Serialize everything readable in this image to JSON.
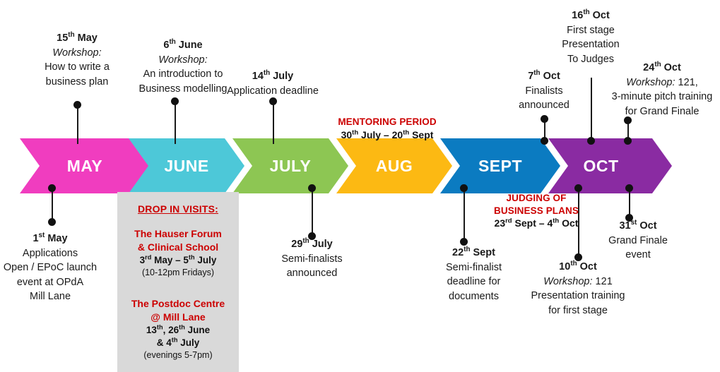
{
  "title": "EPoC Competition Timeline",
  "months": [
    {
      "key": "may",
      "label": "MAY",
      "color": "#F03DBF"
    },
    {
      "key": "june",
      "label": "JUNE",
      "color": "#4DC8D8"
    },
    {
      "key": "july",
      "label": "JULY",
      "color": "#8DC653"
    },
    {
      "key": "aug",
      "label": "AUG",
      "color": "#FCB913"
    },
    {
      "key": "sept",
      "label": "SEPT",
      "color": "#0B7BC1"
    },
    {
      "key": "oct",
      "label": "OCT",
      "color": "#8A2BA2"
    }
  ],
  "events_above": [
    {
      "id": "may-15",
      "date_num": "15",
      "date_ord": "th",
      "date_month": "May",
      "italic_line": "Workshop:",
      "lines": [
        "How to write a",
        "business plan"
      ]
    },
    {
      "id": "june-6",
      "date_num": "6",
      "date_ord": "th",
      "date_month": "June",
      "italic_line": "Workshop:",
      "lines": [
        "An introduction  to",
        "Business modelling"
      ]
    },
    {
      "id": "july-14",
      "date_num": "14",
      "date_ord": "th",
      "date_month": "July",
      "italic_line": "",
      "lines": [
        "Application deadline"
      ]
    },
    {
      "id": "oct-7",
      "date_num": "7",
      "date_ord": "th",
      "date_month": "Oct",
      "italic_line": "",
      "lines": [
        "Finalists",
        "announced"
      ]
    },
    {
      "id": "oct-16",
      "date_num": "16",
      "date_ord": "th",
      "date_month": "Oct",
      "italic_line": "",
      "lines": [
        "First stage",
        "Presentation",
        "To Judges"
      ]
    },
    {
      "id": "oct-24",
      "date_num": "24",
      "date_ord": "th",
      "date_month": "Oct",
      "italic_line": "Workshop:",
      "italic_suffix": " 121,",
      "lines": [
        "3-minute pitch training",
        "for Grand Finale"
      ]
    }
  ],
  "events_below": [
    {
      "id": "may-1",
      "date_num": "1",
      "date_ord": "st",
      "date_month": "May",
      "lines": [
        "Applications",
        "Open / EPoC launch",
        "event at OPdA",
        "Mill Lane"
      ]
    },
    {
      "id": "july-29",
      "date_num": "29",
      "date_ord": "th",
      "date_month": "July",
      "lines": [
        "Semi-finalists",
        "announced"
      ]
    },
    {
      "id": "sept-22",
      "date_num": "22",
      "date_ord": "th",
      "date_month": "Sept",
      "lines": [
        "Semi-finalist",
        "deadline for",
        "documents"
      ]
    },
    {
      "id": "oct-10",
      "date_num": "10",
      "date_ord": "th",
      "date_month": "Oct",
      "italic_line": "Workshop:",
      "italic_suffix": " 121",
      "lines": [
        "Presentation training",
        "for first stage"
      ]
    },
    {
      "id": "oct-31",
      "date_num": "31",
      "date_ord": "st",
      "date_month": "Oct",
      "lines": [
        "Grand Finale",
        "event"
      ]
    }
  ],
  "mentoring_period": {
    "heading": "MENTORING PERIOD",
    "range_start_num": "30",
    "range_start_ord": "th",
    "range_start_month": "July",
    "dash": " – ",
    "range_end_num": "20",
    "range_end_ord": "th",
    "range_end_month": "Sept",
    "color": "#cc0000"
  },
  "judging_period": {
    "heading_line1": "JUDGING OF",
    "heading_line2": "BUSINESS PLANS",
    "range_start_num": "23",
    "range_start_ord": "rd",
    "range_start_month": "Sept",
    "dash": " – ",
    "range_end_num": "4",
    "range_end_ord": "th",
    "range_end_month": "Oct",
    "color": "#cc0000"
  },
  "drop_in_panel": {
    "header": "DROP IN VISITS:",
    "entries": [
      {
        "venue_line1": "The Hauser Forum",
        "venue_line2": "& Clinical School",
        "date_a_num": "3",
        "date_a_ord": "rd",
        "date_a_month": "May",
        "dash": " – ",
        "date_b_num": "5",
        "date_b_ord": "th",
        "date_b_month": "July",
        "times": "(10-12pm Fridays)"
      },
      {
        "venue_line1": "The Postdoc Centre",
        "venue_line2": "@ Mill Lane",
        "date_a_num": "13",
        "date_a_ord": "th",
        "date_a_sep": ", ",
        "date_b_num": "26",
        "date_b_ord": "th",
        "date_b_month": "June",
        "date_c_prefix": "& ",
        "date_c_num": "4",
        "date_c_ord": "th",
        "date_c_month": "July",
        "times": "(evenings 5-7pm)"
      }
    ],
    "bg_color": "#d9d9d9"
  }
}
